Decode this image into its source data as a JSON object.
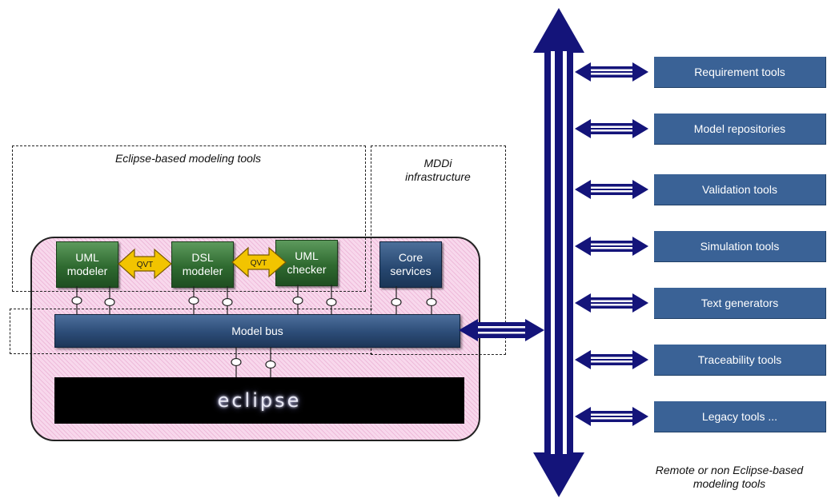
{
  "captions": {
    "eclipse_tools": "Eclipse-based modeling tools",
    "mddi": "MDDi\ninfrastructure",
    "remote": "Remote or non Eclipse-based\nmodeling tools"
  },
  "modules": {
    "uml_modeler": "UML\nmodeler",
    "dsl_modeler": "DSL\nmodeler",
    "uml_checker": "UML\nchecker",
    "core_services": "Core\nservices"
  },
  "transform_label": "QVT",
  "model_bus": "Model bus",
  "eclipse_logo": "eclipse",
  "tools": [
    "Requirement tools",
    "Model repositories",
    "Validation tools",
    "Simulation tools",
    "Text generators",
    "Traceability tools",
    "Legacy tools ..."
  ],
  "colors": {
    "panel_pink": "#f8d8ec",
    "module_green": "#2f6a30",
    "bus_blue": "#2c4c77",
    "tool_blue": "#3a6296",
    "arrow_navy": "#14147a",
    "qvt_gold": "#f2c400"
  }
}
